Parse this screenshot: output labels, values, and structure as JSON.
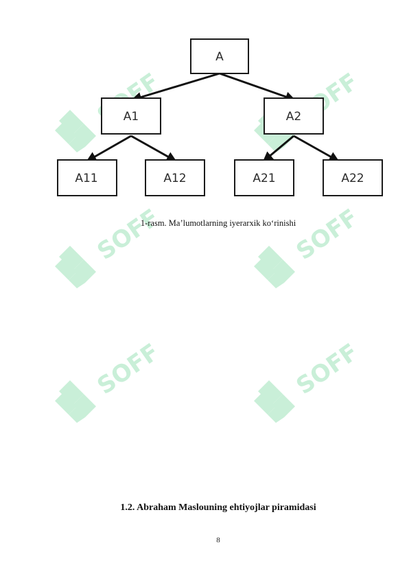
{
  "diagram": {
    "root": "A",
    "level1": [
      "A1",
      "A2"
    ],
    "level2": [
      "A11",
      "A12",
      "A21",
      "A22"
    ]
  },
  "caption": "1-rasm. Ma’lumotlarning iyerarxik ko‘rinishi",
  "section_heading": "1.2. Abraham Maslouning ehtiyojlar piramidasi",
  "page_number": "8",
  "watermark": {
    "text": "SOFF",
    "color": "#c9efd8",
    "icon": "soff-s-logo"
  }
}
